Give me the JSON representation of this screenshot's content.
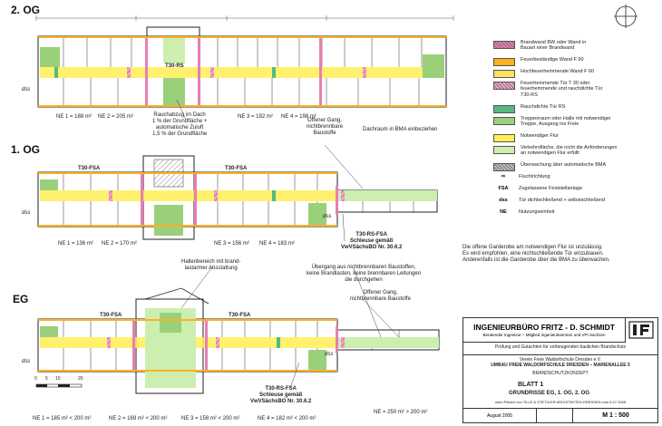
{
  "floors": {
    "og2": {
      "title": "2. OG"
    },
    "og1": {
      "title": "1. OG"
    },
    "eg": {
      "title": "EG"
    }
  },
  "areas": {
    "og2": [
      "NE 1 = 188 m²",
      "NE 2 = 205 m²",
      "NE 3 = 192 m²",
      "NE 4 = 198 m²"
    ],
    "og1": [
      "NE 1 = 136 m²",
      "NE 2 = 170 m²",
      "NE 3 = 156 m²",
      "NE 4 = 183 m²"
    ],
    "eg": [
      "NE 1 = 185 m² < 200 m²",
      "NE 2 = 169 m² < 200 m²",
      "NE 3 = 158 m² < 200 m²",
      "NE 4 = 182 m² < 200 m²",
      "NE = 250 m² > 200 m²"
    ]
  },
  "door_labels": {
    "t30rs": "T30-RS",
    "t30fsa": "T30-FSA",
    "dss": "dss"
  },
  "notes": {
    "rauchabzug": "Rauchabzug im Dach\n1 % der Grundfläche +\nautomatische Zuluft\n1,5 % der Grundfläche",
    "gang_og2": "Offener Gang,\nnichtbrennbare\nBaustoffe",
    "dachraum": "Dachraum in BMA einbeziehen",
    "schleuse_og1": "T30-RS-FSA\nSchleuse gemäß\nVwVSächsBO Nr. 30.6.2",
    "halle": "Hallenbereich mit brand-\nlastarmer Ausstattung",
    "uebergang": "Übergang aus nichtbrennbaren Baustoffen,\nkeine Brandlasten, keine brennbaren Leitungen\ndie durchgehen",
    "gang_eg": "Offener Gang,\nnichtbrennbare Baustoffe",
    "schleuse_eg": "T30-RS-FSA\nSchleuse gemäß\nVwVSächsBO Nr. 30.6.2",
    "garderobe": "Die offene Garderobe am notwendigen Flur ist unzulässig.\nEs wird empfohlen, eine nichtschließende Tür einzubauen.\nAnderenfalls ist die Garderobe über die BMA zu überwachen."
  },
  "legend": [
    {
      "swatch": "#e67fb2",
      "hatch": true,
      "text": "Brandwand BW oder Wand in\nBauart einer Brandwand"
    },
    {
      "swatch": "#ffb020",
      "text": "Feuerbeständige Wand F 90"
    },
    {
      "swatch": "#ffe060",
      "text": "Hochfeuerhemmende Wand F 60"
    },
    {
      "swatch": "#f6a0c6",
      "hatch": true,
      "text": "Feuerhemmende Tür T 30 oder\nfeuerhemmende und rauchdichte Tür\nT30-RS"
    },
    {
      "swatch": "#58b880",
      "text": "Rauchdichte Tür RS"
    },
    {
      "swatch": "#9ad07a",
      "text": "Treppenraum oder Halle mit notwendiger\nTreppe, Ausgang ins Freie"
    },
    {
      "swatch": "#ffee55",
      "text": "Notwendiger Flur"
    },
    {
      "swatch": "#ccefb0",
      "text": "Verkehrsfläche, die nicht die Anforderungen\nan notwendigen Flur erfüllt"
    },
    {
      "swatch": "#bbbbbb",
      "hatch": true,
      "text": "Überwachung über automatische BMA"
    },
    {
      "arrow": true,
      "text": "Fluchtrichtung"
    },
    {
      "key": "FSA",
      "text": "Zugelassene Feststellanlage"
    },
    {
      "key": "dss",
      "text": "Tür dichtschließend + selbstschließend"
    },
    {
      "key": "NE",
      "text": "Nutzungseinheit"
    }
  ],
  "title_block": {
    "firm": "INGENIEURBÜRO FRITZ - D. SCHMIDT",
    "firm_sub": "Beratender Ingenieur – Mitglied Ingenieurkammer und VPI Sachsen",
    "services": "Prüfung und Gutachten für vorbeugenden baulichen Brandschutz",
    "client": "Verein Freie Waldorfschule Dresden e.V.",
    "project": "UMBAU FREIE WALDORFSCHULE DRESDEN – MARIENALLEE 5",
    "concept": "BRANDSCHUTZKONZEPT",
    "sheet": "BLATT 1",
    "sheet_content": "GRUNDRISSE EG, 1. OG, 2. OG",
    "basis": "nach Plänen von TILLE & STETZLER ARCHITEKTEN DRESDEN vom 8.07.2005",
    "date": "August 2005",
    "scale": "M 1 : 500"
  },
  "scale_bar": [
    "0",
    "5",
    "10",
    "20"
  ]
}
